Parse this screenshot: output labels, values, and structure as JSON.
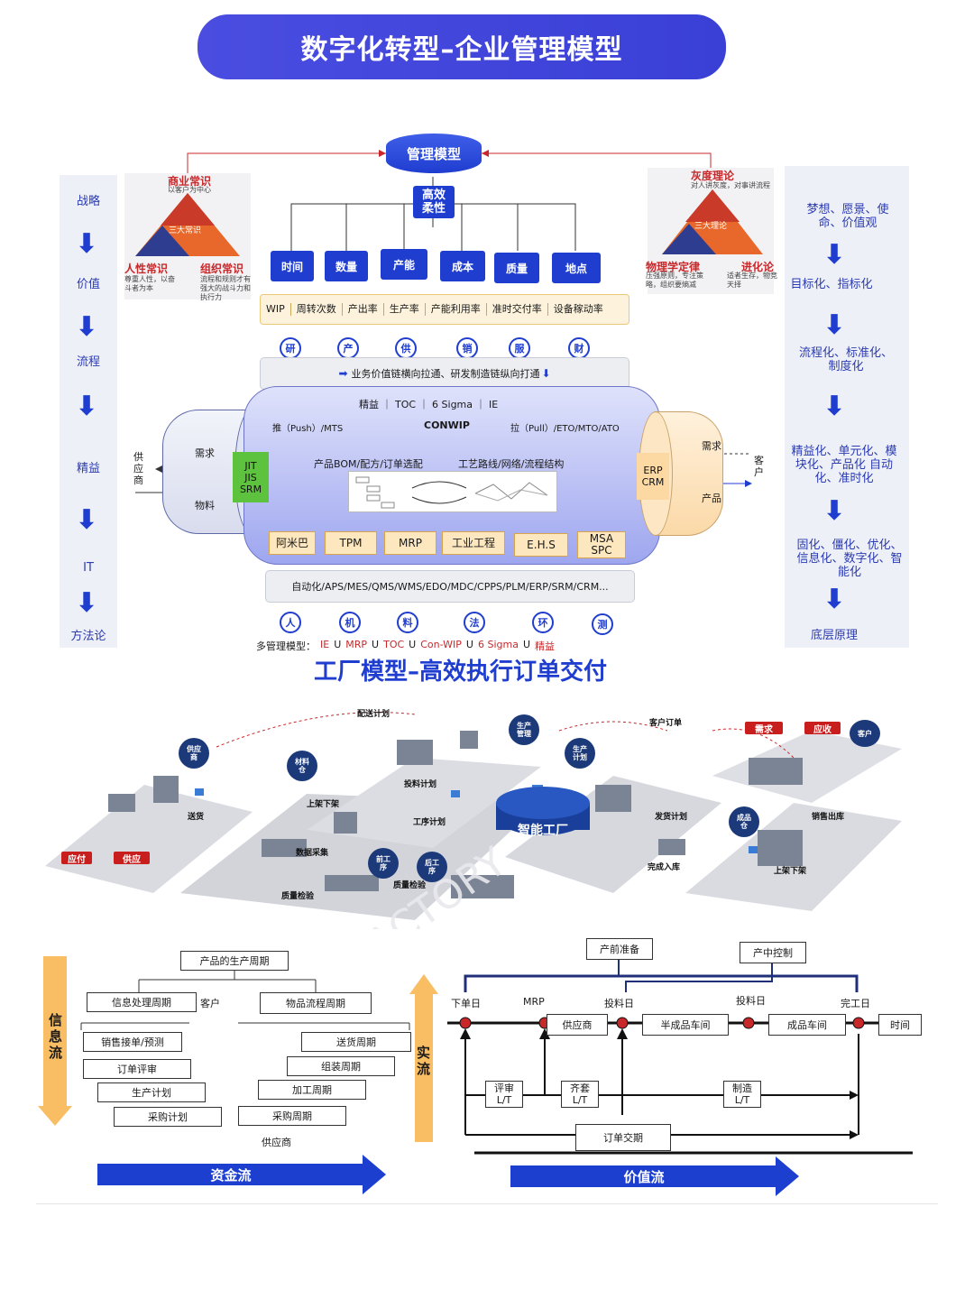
{
  "title": "数字化转型–企业管理模型",
  "top": {
    "left_column": [
      "战略",
      "价值",
      "流程",
      "精益",
      "IT",
      "方法论"
    ],
    "right_column": [
      "梦想、愿景、使命、价值观",
      "目标化、指标化",
      "流程化、标准化、制度化",
      "精益化、单元化、模块化、产品化 自动化、准时化",
      "固化、僵化、优化、信息化、数字化、智能化",
      "底层原理"
    ],
    "left_triangle": {
      "top_title": "商业常识",
      "top_sub": "以客户为中心",
      "center": "三大常识",
      "bl_title": "人性常识",
      "bl_sub": "尊重人性，以奋斗者为本",
      "br_title": "组织常识",
      "br_sub": "流程和规则才有强大的战斗力和执行力"
    },
    "right_triangle": {
      "top_title": "灰度理论",
      "top_sub": "对人讲灰度，对事讲流程",
      "center": "三大理论",
      "bl_title": "物理学定律",
      "bl_sub": "压强原则，专注策略，组织要熵减",
      "br_title": "进化论",
      "br_sub": "适者生存，物竞天择"
    },
    "mgmt_model": "管理模型",
    "efficient": "高效\n柔性",
    "dimensions": [
      "时间",
      "数量",
      "产能",
      "成本",
      "质量",
      "地点"
    ],
    "metrics": [
      "WIP",
      "周转次数",
      "产出率",
      "生产率",
      "产能利用率",
      "准时交付率",
      "设备稼动率"
    ],
    "chain_nodes": [
      "研",
      "产",
      "供",
      "销",
      "服",
      "财"
    ],
    "chain_text": "业务价值链横向拉通、研发制造链纵向打通",
    "methods": "精益 ｜ TOC ｜ 6 Sigma ｜ IE",
    "push": "推（Push）/MTS",
    "conwip": "CONWIP",
    "pull": "拉（Pull）/ETO/MTO/ATO",
    "bom": "产品BOM/配方/订单选配",
    "routing": "工艺路线/网络/流程结构",
    "left_cyl": {
      "demand": "需求",
      "material": "物料",
      "supplier": "供应商",
      "jit": "JIT\nJIS\nSRM"
    },
    "right_cyl": {
      "demand": "需求",
      "product": "产品",
      "customer": "客户",
      "erp": "ERP\nCRM"
    },
    "tools": [
      "阿米巴",
      "TPM",
      "MRP",
      "工业工程",
      "E.H.S",
      "MSA\nSPC"
    ],
    "systems": "自动化/APS/MES/QMS/WMS/EDO/MDC/CPPS/PLM/ERP/SRM/CRM...",
    "factors": [
      "人",
      "机",
      "料",
      "法",
      "环",
      "测"
    ],
    "multi_label": "多管理模型：",
    "multi_items": [
      "IE",
      "U",
      "MRP",
      "U",
      "TOC",
      "U",
      "Con-WIP",
      "U",
      "6 Sigma",
      "U",
      "精益"
    ]
  },
  "factory": {
    "title": "工厂模型–高效执行订单交付",
    "labels": {
      "delivery_plan": "配送计划",
      "customer_order": "客户订单",
      "production_mgmt": "生产\n管理",
      "production_plan": "生产\n计划",
      "supplier": "供应\n商",
      "material_wh": "材料\n仓",
      "putaway": "上架下架",
      "delivery": "送货",
      "process_plan": "投料计划",
      "work_plan": "工序计划",
      "smart_factory": "智能工厂",
      "ship_plan": "发货计划",
      "finished_wh": "成品\n仓",
      "sales_out": "销售出库",
      "data_collect": "数据采集",
      "pre_process": "前工\n序",
      "post_process": "后工\n序",
      "qc1": "质量检验",
      "qc2": "质量检验",
      "inbound": "完成入库",
      "putaway2": "上架下架",
      "payable": "应付",
      "supply": "供应",
      "demand": "需求",
      "receivable": "应收",
      "customer": "客户"
    }
  },
  "bottom_left": {
    "cycle": "产品的生产周期",
    "info_cycle": "信息处理周期",
    "customer": "客户",
    "material_cycle": "物品流程周期",
    "left_items": [
      "销售接单/预测",
      "订单评审",
      "生产计划",
      "采购计划"
    ],
    "right_items": [
      "送货周期",
      "组装周期",
      "加工周期",
      "采购周期"
    ],
    "supplier": "供应商",
    "info_flow": "信息流",
    "money_flow": "资金流"
  },
  "bottom_right": {
    "prep": "产前准备",
    "control": "产中控制",
    "points": [
      "下单日",
      "MRP",
      "投料日",
      "投料日",
      "完工日"
    ],
    "stages": [
      "供应商",
      "半成品车间",
      "成品车间",
      "时间"
    ],
    "lt": [
      "评审\nL/T",
      "齐套\nL/T",
      "制造\nL/T"
    ],
    "order_lt": "订单交期",
    "real_flow": "实流",
    "value_flow": "价值流"
  }
}
